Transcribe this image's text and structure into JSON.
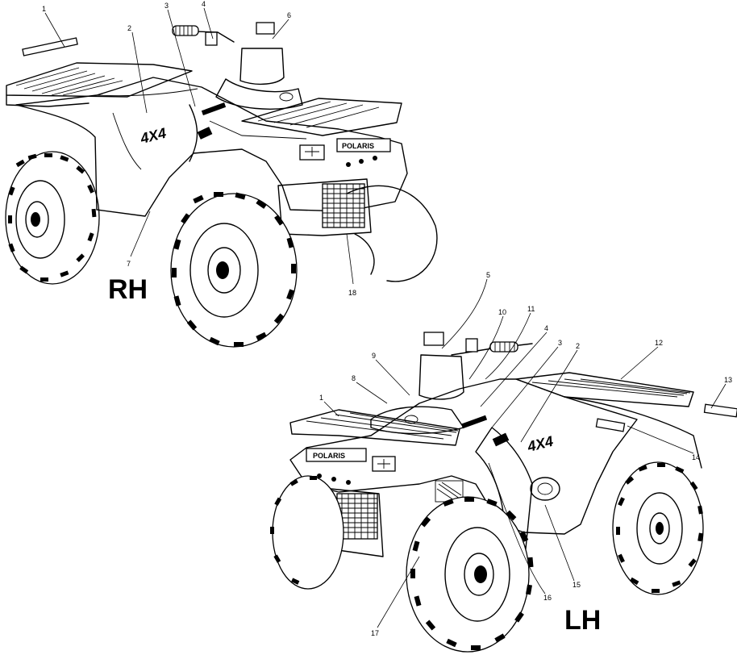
{
  "views": [
    {
      "id": "rh",
      "label": "RH"
    },
    {
      "id": "lh",
      "label": "LH"
    }
  ],
  "decals": {
    "rack_badge": "POLARIS",
    "side_decal": "4X4"
  },
  "callouts_rh": [
    "1",
    "2",
    "3",
    "4",
    "6",
    "7",
    "18"
  ],
  "callouts_lh": [
    "1",
    "2",
    "3",
    "4",
    "5",
    "8",
    "9",
    "10",
    "11",
    "12",
    "13",
    "14",
    "15",
    "16",
    "17"
  ]
}
